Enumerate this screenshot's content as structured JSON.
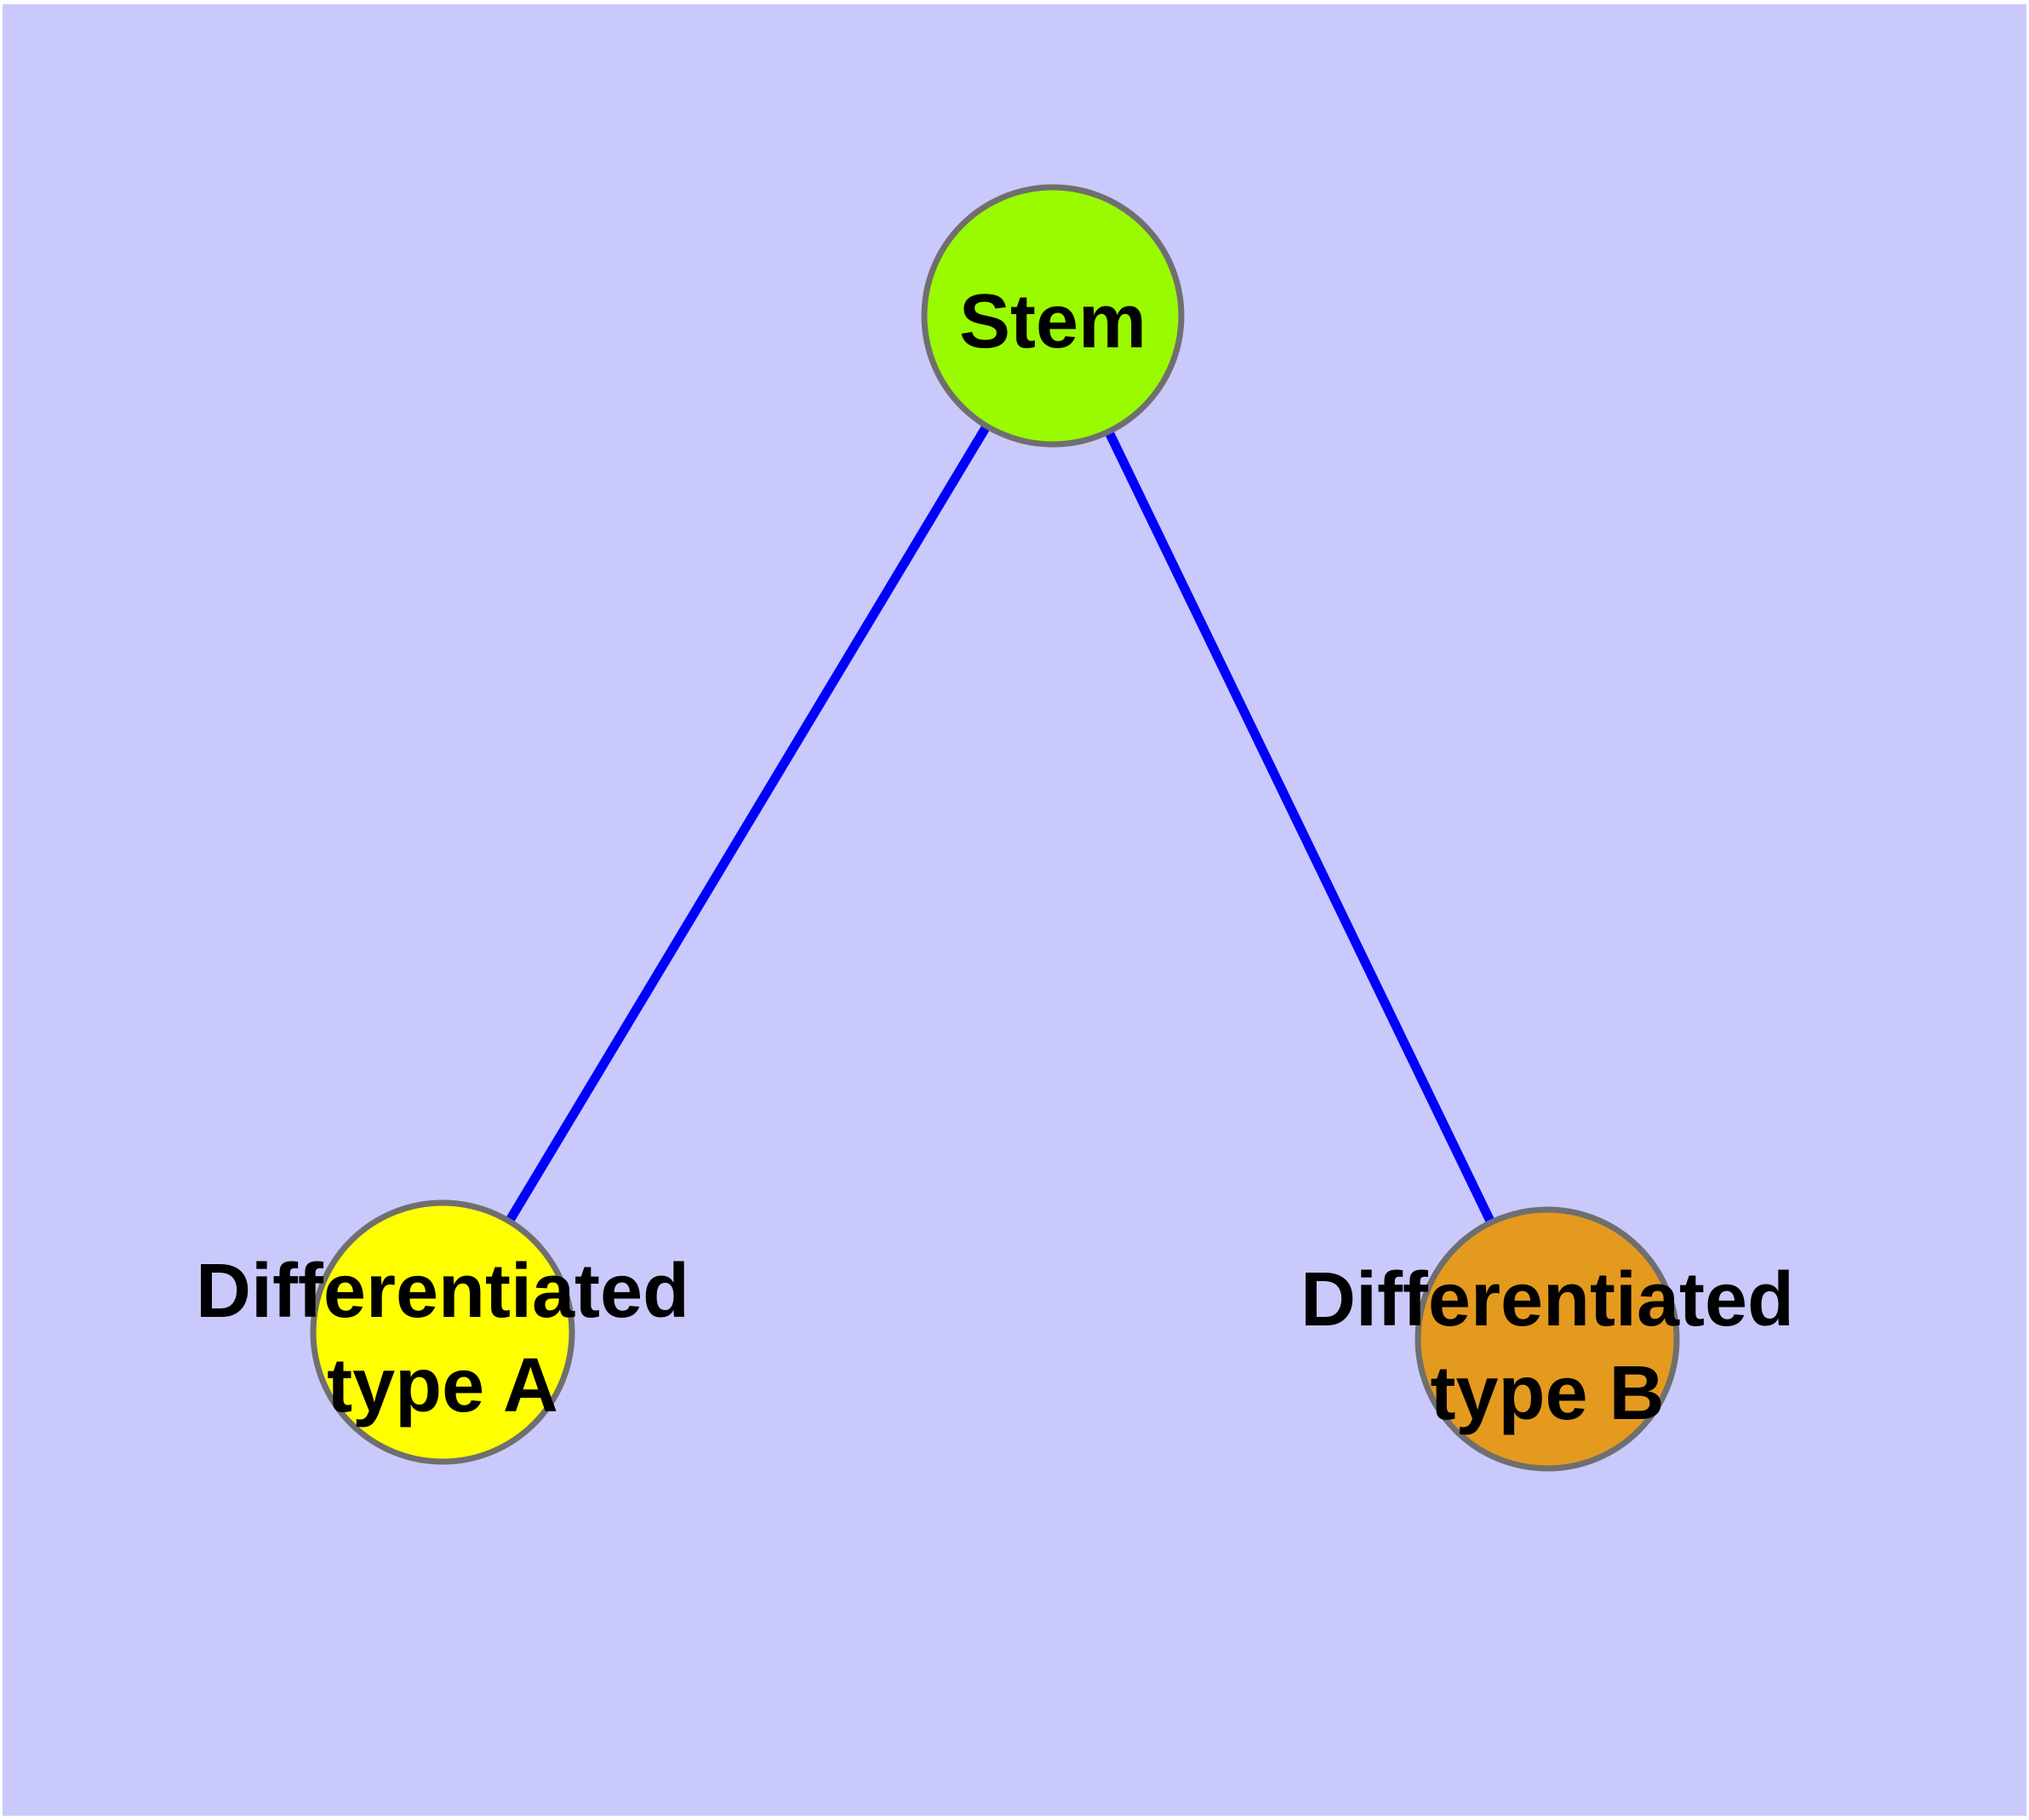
{
  "figure": {
    "type": "graph-diagram",
    "background_color": "#C9C9FB",
    "margin_color": "#FFFFFF",
    "edge_color": "#0000FB",
    "node_border_color": "#6F6F6F",
    "label_color": "#000000"
  },
  "nodes": [
    {
      "id": "stem",
      "label": "Stem",
      "label_lines": [
        "Stem"
      ],
      "fill_color": "#9AFB00"
    },
    {
      "id": "differentiated-type-a",
      "label": "Differentiated type A",
      "label_lines": [
        "Differentiated",
        "type A"
      ],
      "fill_color": "#FFFF00"
    },
    {
      "id": "differentiated-type-b",
      "label": "Differentiated type B",
      "label_lines": [
        "Differentiated",
        "type B"
      ],
      "fill_color": "#E49A1E"
    }
  ],
  "edges": [
    {
      "from": "Stem",
      "to": "Differentiated type A"
    },
    {
      "from": "Stem",
      "to": "Differentiated type B"
    }
  ]
}
